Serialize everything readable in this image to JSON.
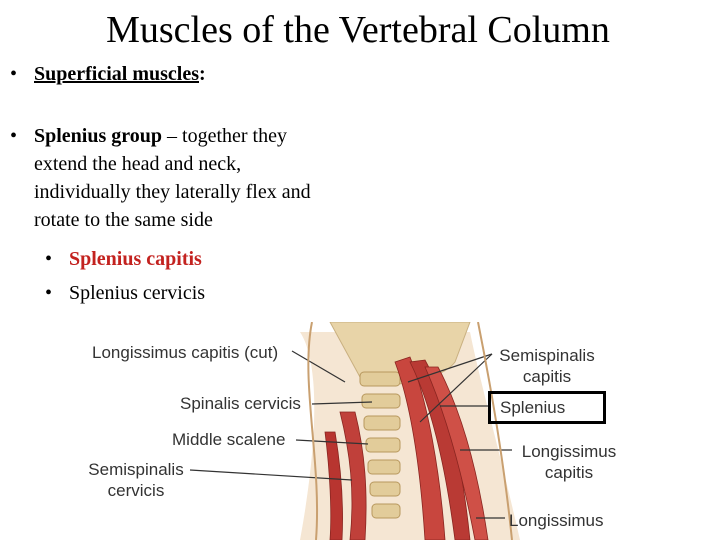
{
  "slide": {
    "title": "Muscles of the Vertebral Column",
    "bullets": {
      "b1": {
        "marker": "•",
        "label": "Superficial muscles",
        "suffix": ":"
      },
      "b2": {
        "marker": "•",
        "bold": "Splenius group",
        "line1_rest": " – together they",
        "line2": "extend the head and neck,",
        "line3": "individually they laterally flex and",
        "line4": "rotate to the same side"
      },
      "sub1": {
        "marker": "•",
        "text": "Splenius capitis"
      },
      "sub2": {
        "marker": "•",
        "text": "Splenius cervicis"
      }
    }
  },
  "figure": {
    "labels": {
      "longissimus_capitis_cut": "Longissimus capitis (cut)",
      "spinalis_cervicis": "Spinalis cervicis",
      "middle_scalene": "Middle scalene",
      "semispinalis_cervicis_1": "Semispinalis",
      "semispinalis_cervicis_2": "cervicis",
      "semispinalis_capitis_1": "Semispinalis",
      "semispinalis_capitis_2": "capitis",
      "splenius": "Splenius",
      "longissimus_capitis_1": "Longissimus",
      "longissimus_capitis_2": "capitis",
      "longissimus": "Longissimus"
    },
    "colors": {
      "muscle": "#c0403a",
      "bone": "#e8d4a8",
      "skin": "#f3e0c8",
      "accent": "#c3221f"
    }
  }
}
